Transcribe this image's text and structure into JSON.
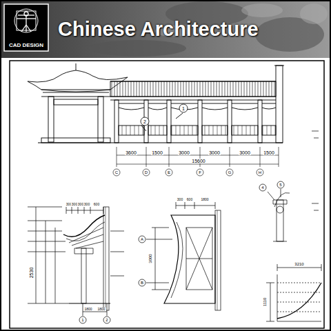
{
  "diagram": {
    "title": "Chinese Architecture",
    "labels": [
      "CAD DESIGN",
      "3600",
      "1500",
      "3000",
      "3000",
      "3000",
      "1500",
      "15600",
      "C",
      "D",
      "E",
      "F",
      "G",
      "H",
      "1",
      "2",
      "300",
      "300",
      "300",
      "300",
      "600",
      "2530",
      "1800",
      "1800",
      "1",
      "2",
      "300",
      "600",
      "1800",
      "A",
      "B",
      "3000",
      "4",
      "5",
      "3210",
      "1110"
    ]
  }
}
